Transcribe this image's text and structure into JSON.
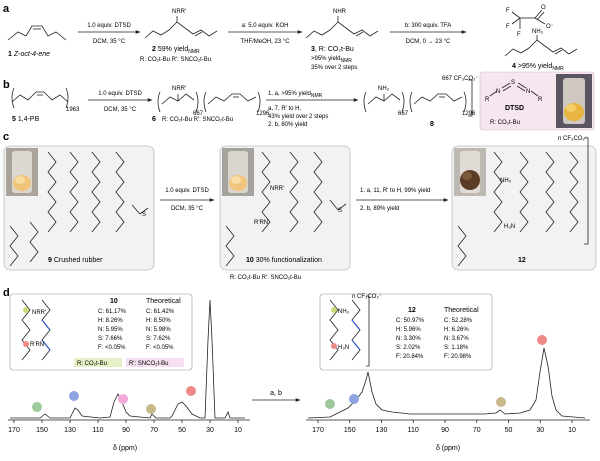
{
  "panel_a": {
    "label": "a",
    "c1_label": "1",
    "c1_name": "Z-oct-4-ene",
    "step1_top": "1.0 equiv. DTSD",
    "step1_bottom": "DCM, 35 °C",
    "c2_group": "NRR′",
    "c2_label": "2",
    "c2_yield": "59% yield",
    "c2_yield_sub": "NMR",
    "r_def": "R: CO₂t-Bu   R′: SNCO₂t-Bu",
    "step2_top": "a: 5.0 equiv. KOH",
    "step2_bottom": "THF/MeOH, 23 °C",
    "c3_group": "NHR",
    "c3_label": "3",
    "c3_r": "R: CO₂t-Bu",
    "c3_yield1": ">95% yield",
    "c3_yield1_sub": "NMR",
    "c3_yield2": "35% over 2 steps",
    "step3_top": "b: 300 equiv. TFA",
    "step3_bottom": "DCM, 0 → 23 °C",
    "c4_group": "NH₃",
    "c4_label": "4",
    "c4_yield": ">95% yield",
    "c4_yield_sub": "NMR",
    "tfa_o": "O",
    "tfa_om": "O⁻",
    "tfa_f1": "F",
    "tfa_f2": "F",
    "tfa_f3": "F"
  },
  "panel_b": {
    "label": "b",
    "c5_label": "5",
    "c5_name": "1,4-PB",
    "c5_sub": "1963",
    "step1_top": "1.0 equiv. DTSD",
    "step1_bottom": "DCM, 35 °C",
    "c6_label": "6",
    "c6_group": "NRR′",
    "c6_sub1": "667",
    "c6_sub2": "1296",
    "r_def": "R: CO₂t-Bu   R′: SNCO₂t-Bu",
    "step2_l1": "1. a, >95% yield",
    "step2_l1_sub": "NMR",
    "step2_l2": "a, 7, R′ to H,",
    "step2_l3": "43% yield over 2 steps",
    "step2_l4": "2. b, 80% yield",
    "c8_label": "8",
    "c8_group": "NH₃",
    "c8_sub1": "667",
    "c8_sub2": "1296",
    "c8_counter": "667 CF₃CO₂⁻",
    "dtsd_title": "DTSD",
    "dtsd_r": "R: CO₂t-Bu",
    "dtsd_s": "S",
    "dtsd_n1": "N",
    "dtsd_n2": "N",
    "dtsd_ra": "R",
    "dtsd_rb": "R"
  },
  "panel_c": {
    "label": "c",
    "c9_label": "9",
    "c9_name": "Crushed rubber",
    "step1_top": "1.0 equiv. DTSD",
    "step1_bottom": "DCM, 35 °C",
    "c10_group1": "NRR′",
    "c10_group2": "R′RN",
    "c10_label": "10",
    "c10_name": "30% functionalization",
    "r_def": "R: CO₂t-Bu   R′: SNCO₂t-Bu",
    "s_atom": "S",
    "step2_l1": "1. a, 11, R′ to H, 99% yield",
    "step2_l2": "2. b, 89% yield",
    "c12_group1": "NH₃",
    "c12_group2": "H₃N",
    "c12_label": "12",
    "c12_counter": "n CF₃CO₂⁻"
  },
  "panel_d": {
    "label": "d",
    "x_ticks": [
      "170",
      "150",
      "130",
      "110",
      "90",
      "70",
      "50",
      "30",
      "10"
    ],
    "xlabel": "δ (ppm)",
    "arrow_label": "a, b",
    "left_box": {
      "title": "10",
      "theo_title": "Theoretical",
      "group1": "NRR′",
      "group2": "R′RN",
      "rows": [
        [
          "C: 61.17%",
          "C: 61.42%"
        ],
        [
          "H: 8.26%",
          "H: 8.50%"
        ],
        [
          "N: 5.95%",
          "N: 5.98%"
        ],
        [
          "S: 7.66%",
          "S: 7.62%"
        ],
        [
          "F: <0.05%",
          "F: <0.05%"
        ]
      ],
      "r_def_r": "R: CO₂t-Bu",
      "r_def_rp": "R′: SNCO₂t-Bu"
    },
    "right_box": {
      "title": "12",
      "theo_title": "Theoretical",
      "group1": "NH₃",
      "group2": "H₃N",
      "counter": "n CF₃CO₂⁻",
      "rows": [
        [
          "C: 50.97%",
          "C: 52.28%"
        ],
        [
          "H: 5.96%",
          "H: 6.26%"
        ],
        [
          "N: 3.30%",
          "N: 3.67%"
        ],
        [
          "S: 2.02%",
          "S: 1.18%"
        ],
        [
          "F: 20.84%",
          "F: 20.98%"
        ]
      ]
    },
    "marker_colors": {
      "green": "#9dc99a",
      "blue": "#8fa3e0",
      "pink": "#f2a8d8",
      "tan": "#c9b98a",
      "red": "#ee8a86"
    }
  }
}
